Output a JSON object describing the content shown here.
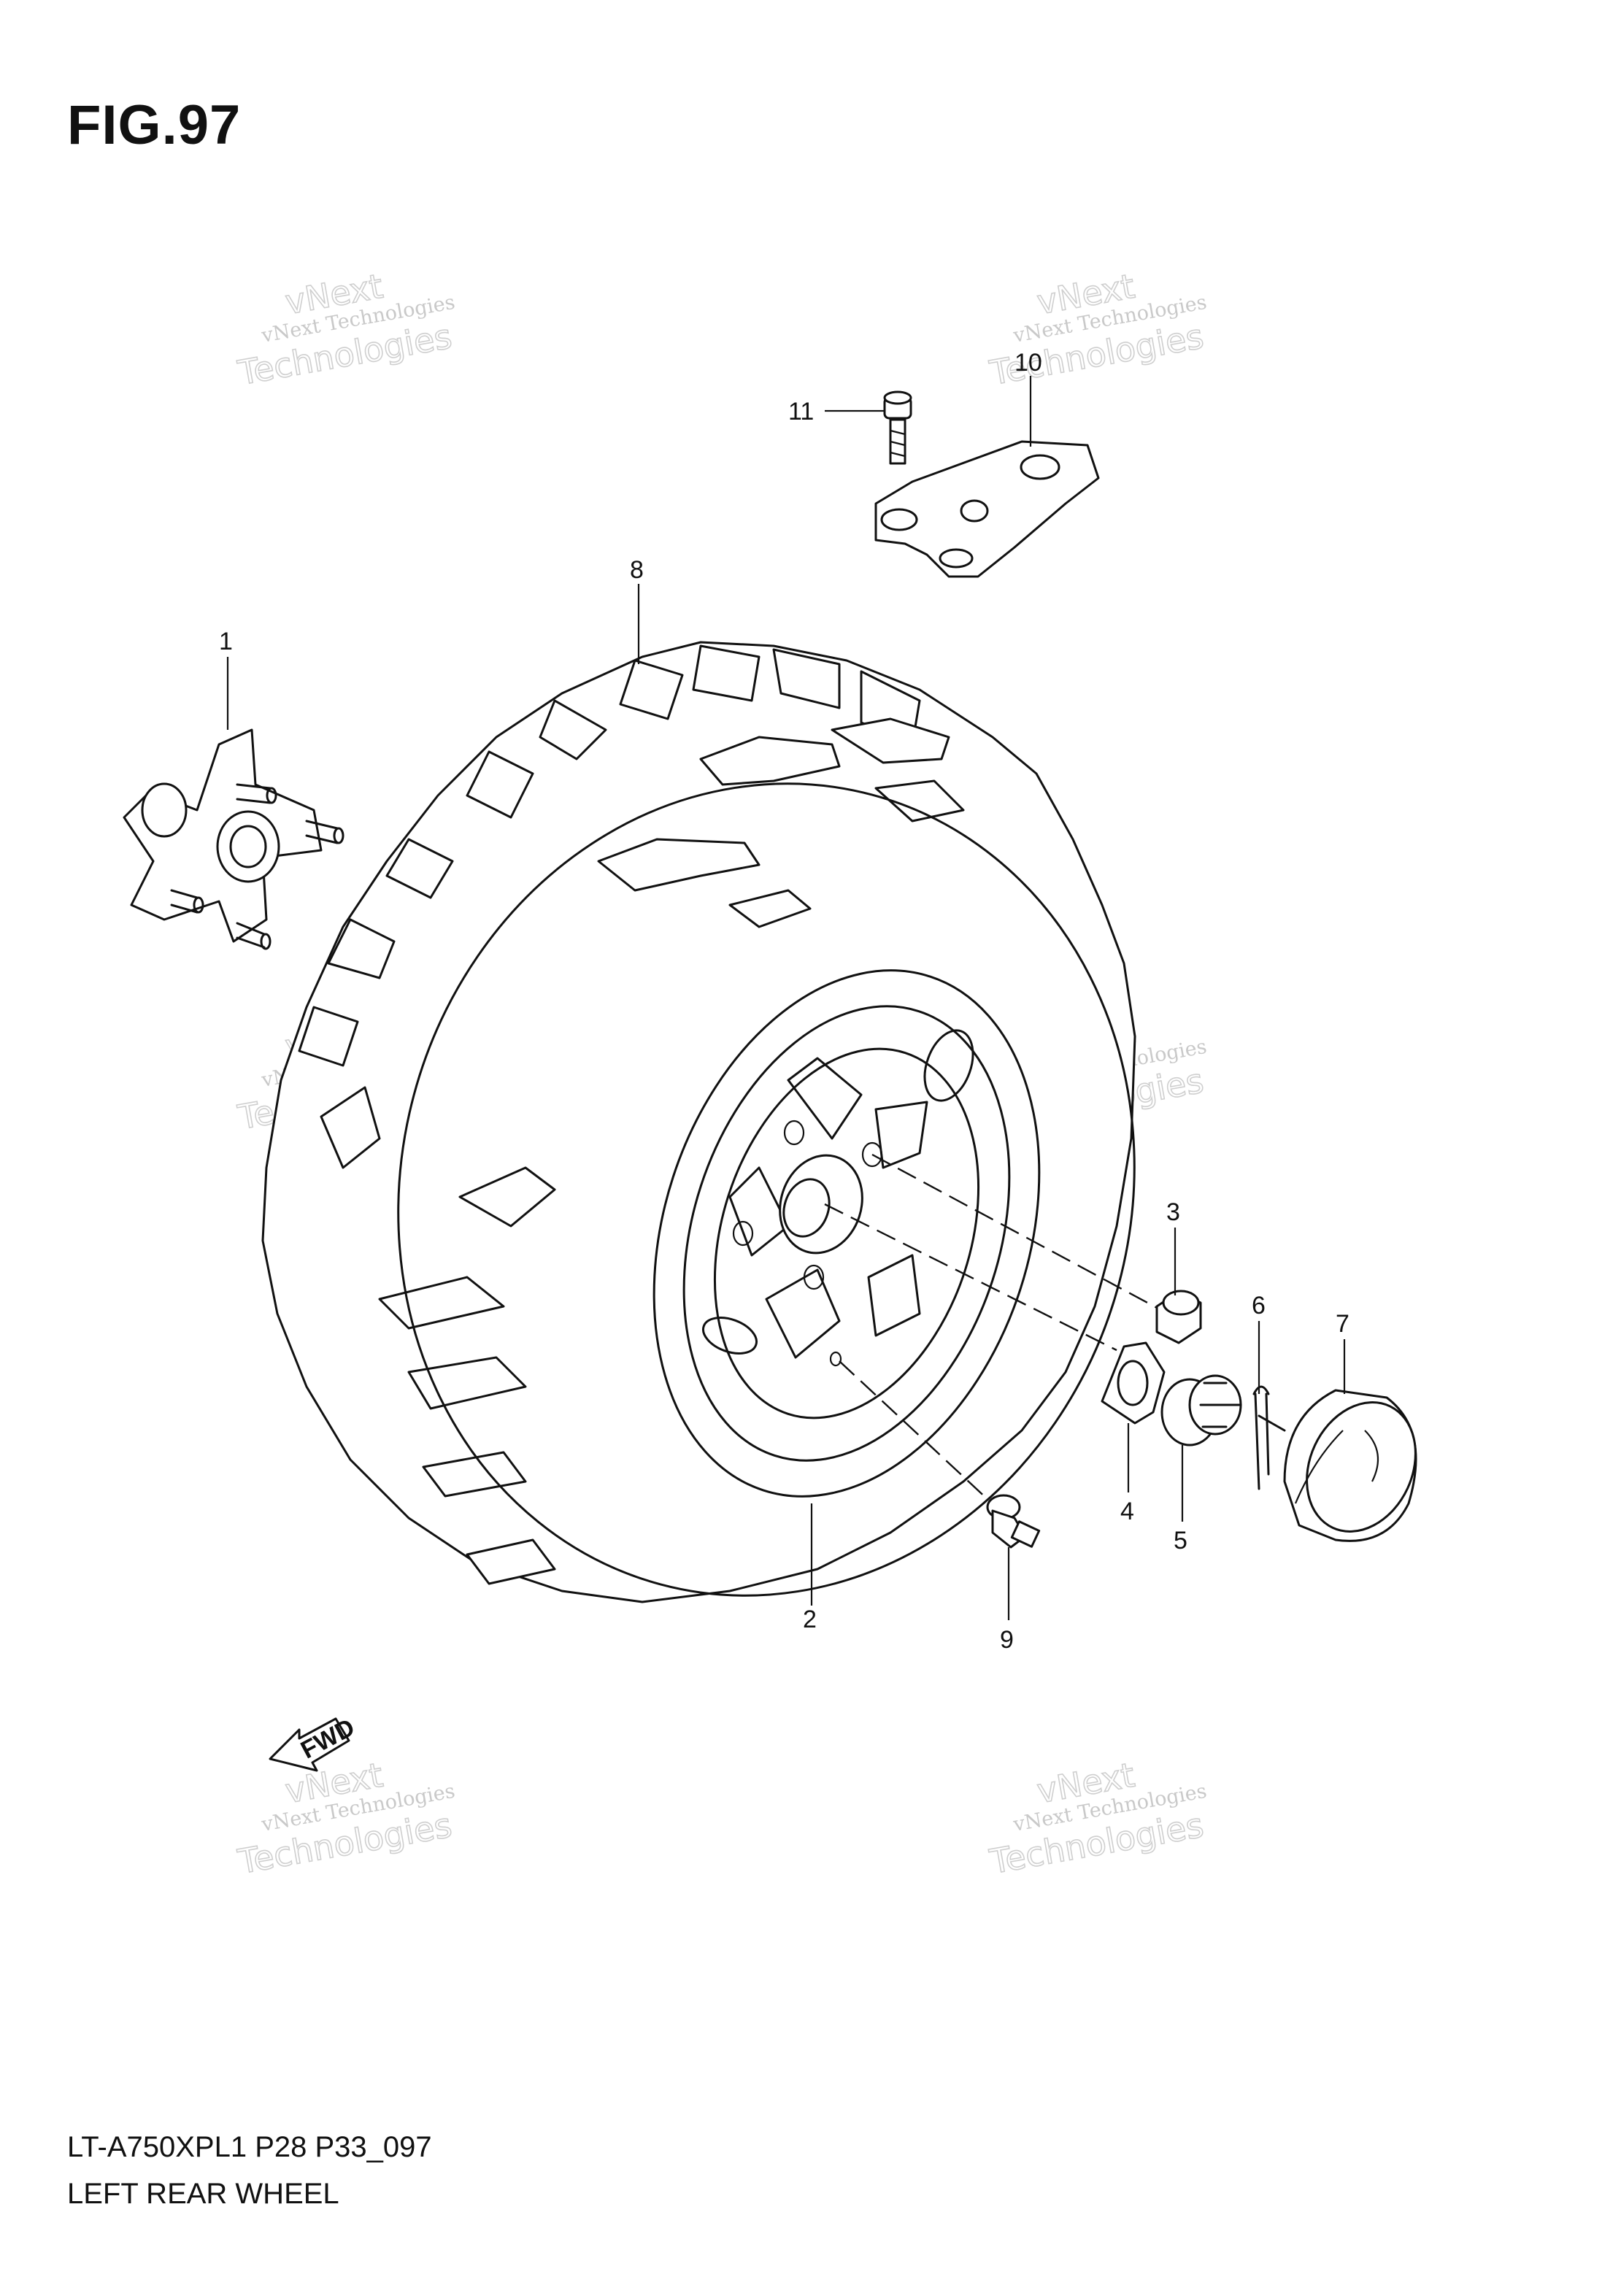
{
  "figure": {
    "title": "FIG.97",
    "model_code": "LT-A750XPL1  P28  P33_097",
    "part_name": "LEFT REAR WHEEL"
  },
  "watermark": {
    "line1": "vNext",
    "line2": "vNext Technologies",
    "line3": "Technologies"
  },
  "fwd_label": "FWD",
  "callouts": [
    "1",
    "2",
    "3",
    "4",
    "5",
    "6",
    "7",
    "8",
    "9",
    "10",
    "11"
  ],
  "parts": [
    {
      "num": "1",
      "icon": "wheel-hub-icon"
    },
    {
      "num": "2",
      "icon": "rim-icon"
    },
    {
      "num": "3",
      "icon": "wheel-nut-icon"
    },
    {
      "num": "4",
      "icon": "washer-icon"
    },
    {
      "num": "5",
      "icon": "castle-nut-icon"
    },
    {
      "num": "6",
      "icon": "cotter-pin-icon"
    },
    {
      "num": "7",
      "icon": "hub-cap-icon"
    },
    {
      "num": "8",
      "icon": "tire-icon"
    },
    {
      "num": "9",
      "icon": "valve-stem-icon"
    },
    {
      "num": "10",
      "icon": "bracket-icon"
    },
    {
      "num": "11",
      "icon": "bolt-icon"
    }
  ]
}
